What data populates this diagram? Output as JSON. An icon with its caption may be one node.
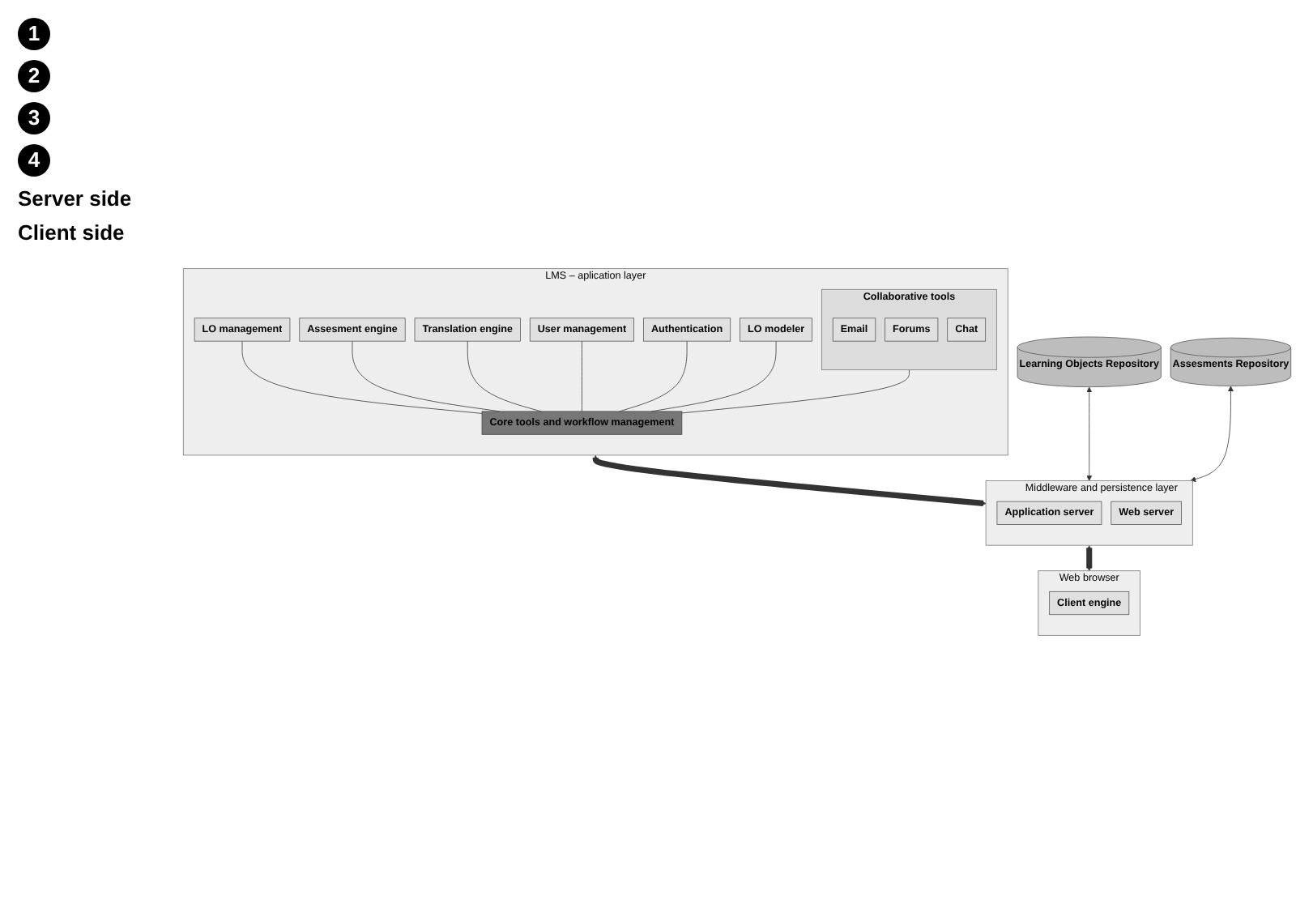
{
  "diagram": {
    "nodes": [
      {
        "text": [
          "LMS – aplication layer"
        ]
      },
      {
        "text": [
          "Translation engine"
        ],
        "in": 0
      },
      {
        "text": [
          "Collaborative tools"
        ],
        "in": 0
      },
      {
        "text": [
          "Email"
        ],
        "in": 2
      },
      {
        "text": [
          "Forums"
        ],
        "in": 2
      },
      {
        "text": [
          "Chat"
        ],
        "in": 2
      },
      {
        "text": [
          "User management"
        ],
        "in": 0
      },
      {
        "text": [
          "Assesment engine"
        ],
        "in": 0
      },
      {
        "text": [
          "Authentication"
        ],
        "in": 0
      },
      {
        "text": [
          "LO management"
        ],
        "in": 0
      },
      {
        "text": [
          "LO modeler"
        ],
        "in": 0
      },
      {
        "text": [
          "Core tools and workflow management"
        ],
        "in": 0
      },
      {
        "text": [
          "Learning Objects Repository"
        ]
      },
      {
        "text": [
          "Middleware and persistence layer"
        ]
      },
      {
        "text": [
          "Application server"
        ],
        "in": 13
      },
      {
        "text": [
          "Web server"
        ],
        "in": 13
      },
      {
        "text": [
          "Assesments Repository"
        ]
      },
      {
        "text": [
          "Web browser"
        ]
      },
      {
        "text": [
          "Client engine"
        ],
        "in": 17
      }
    ],
    "edges": [
      {
        "from": 9,
        "to": 11,
        "arrow": "none"
      },
      {
        "from": 7,
        "to": 11,
        "arrow": "none"
      },
      {
        "from": 1,
        "to": 11,
        "arrow": "none"
      },
      {
        "from": 2,
        "to": 11,
        "arrow": "none"
      },
      {
        "from": 6,
        "to": 11,
        "arrow": "none"
      },
      {
        "from": 8,
        "to": 11,
        "arrow": "none"
      },
      {
        "from": 10,
        "to": 11,
        "arrow": "none"
      },
      {
        "from": 0,
        "to": 13,
        "arrow": "both",
        "style": "thick"
      },
      {
        "from": 12,
        "to": 13,
        "arrow": "both"
      },
      {
        "from": 16,
        "to": 13,
        "arrow": "both"
      },
      {
        "from": 13,
        "to": 17,
        "arrow": "both",
        "style": "thick"
      }
    ],
    "labels": [
      "1",
      "2",
      "3",
      "4",
      "Server side",
      "Client side"
    ]
  }
}
